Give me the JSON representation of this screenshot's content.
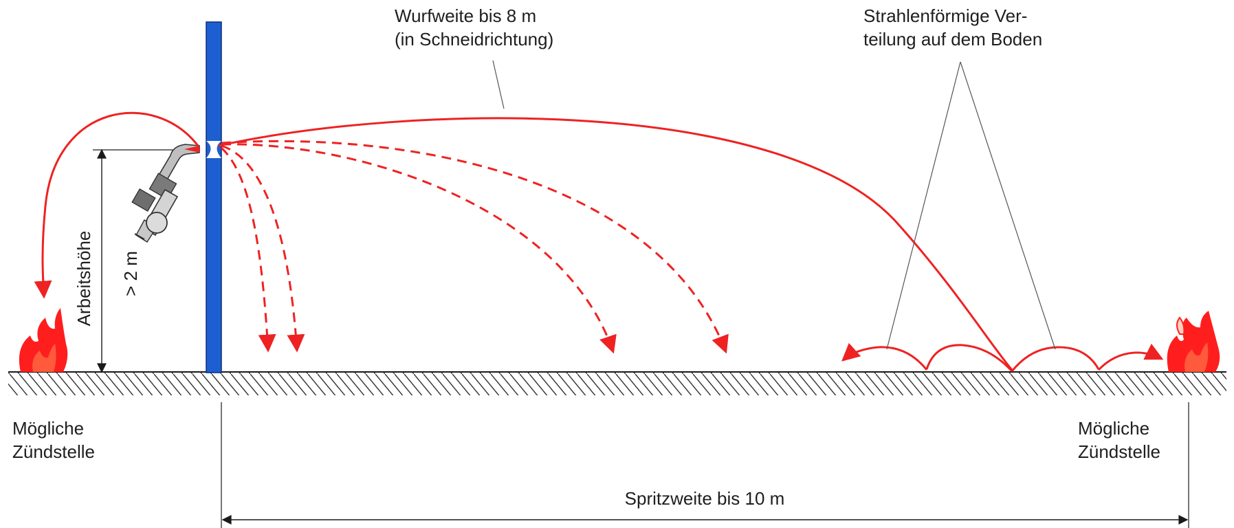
{
  "labels": {
    "throw_distance_line1": "Wurfweite bis 8 m",
    "throw_distance_line2": "(in Schneidrichtung)",
    "radial_line1": "Strahlenförmige Ver-",
    "radial_line2": "teilung auf dem Boden",
    "work_height": "Arbeitshöhe",
    "min_height": "> 2 m",
    "ignition_left_line1": "Mögliche",
    "ignition_left_line2": "Zündstelle",
    "ignition_right_line1": "Mögliche",
    "ignition_right_line2": "Zündstelle",
    "spray_distance": "Spritzweite bis 10 m"
  },
  "colors": {
    "spark": "#ee2222",
    "wall": "#1d5fd0",
    "line": "#1a1a1a",
    "flame_outer": "#ff1e1e",
    "flame_inner": "#ffd0c0"
  },
  "icons": [
    "cutting-torch-icon",
    "flame-icon"
  ]
}
